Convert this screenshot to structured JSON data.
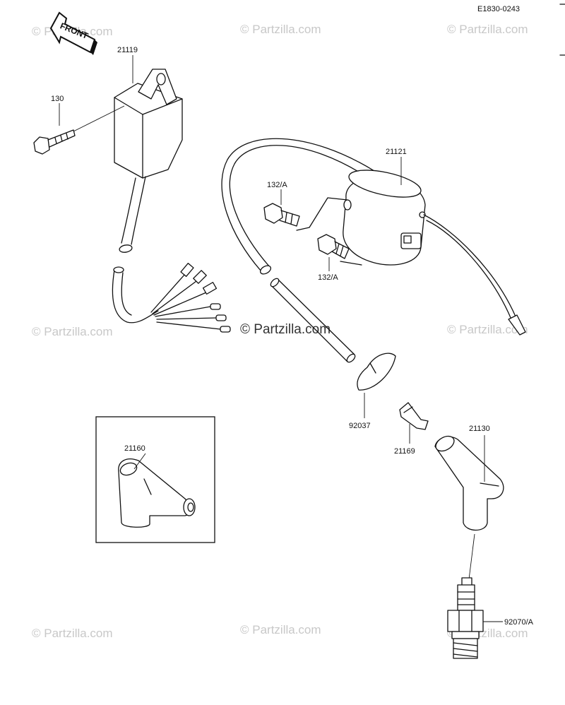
{
  "diagram_code": "E1830-0243",
  "front_label": "FRONT",
  "watermark": "© Partzilla.com",
  "parts": {
    "cdi_unit": "21119",
    "bolt": "130",
    "ignition_coil": "21121",
    "coil_bolt_top": "132/A",
    "coil_bolt_bottom": "132/A",
    "spark_plug_cap_option": "21160",
    "clamp": "92037",
    "plug_cap_terminal": "21169",
    "spark_plug_cap": "21130",
    "spark_plug": "92070/A"
  }
}
